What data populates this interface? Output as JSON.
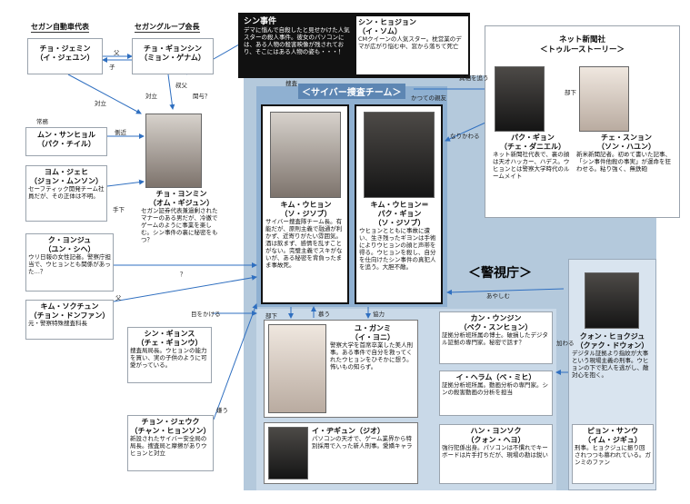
{
  "colors": {
    "police_region": "#a9c2d9",
    "cyber_region": "#8fb0d1",
    "inner_region": "#c9d9e8",
    "arrow": "#2f6fc0"
  },
  "top_left": {
    "title_left": "セガン自動車代表",
    "title_right": "セガングループ会長",
    "cho_jemin": "チョ・ジェミン\n（イ・ジェユン）",
    "cho_gison": "チョ・ギョンシン\n（ミョン・ゲナム）"
  },
  "shin_case": {
    "title": "シン事件",
    "text": "デマに惱んで自殺したと見せかけた人気スターの殺人事件。彼女のパソコンには、ある人物の殺害映像が残されており、そこにはある人物の姿も・・・！"
  },
  "shin_hyojon": {
    "name": "シン・ヒョジョン\n（イ・ソム）",
    "text": "CMクイーンの人気スター。枕営業のデマが広がり悩む中、窓から落ちて死亡"
  },
  "net_news": {
    "title": "ネット新聞社\n＜トゥルーストーリー＞",
    "park": "パク・ギョン\n（チェ・ダニエル）",
    "park_text": "ネット新聞社代表で、裏の顔は天才ハッカー、ハデス。ウヒョンとは警察大学時代のルームメイト",
    "choi": "チェ・スンョン\n（ソン・ハユン）",
    "choi_text": "新米新聞記者。初めて書いた記事、「シン事件他殺の事実」が運命を狂わせる。粘り強く、無鉄砲"
  },
  "left_col": {
    "mun": "ムン・サンヒョル\n（パク・チイル）",
    "mun_tag": "常務",
    "yom": "ヨム・ジェヒ\n（ジョン・ムンソン）",
    "yom_text": "セーフティック開発チーム社員だが、その正体は不明。",
    "ku": "ク・ヨンジュ\n（ユン・シヘ）",
    "ku_text": "ウリ日報の女性記者。警察庁担当で、ウヒョンとも関係があった…？",
    "kim_sok": "キム・ソクチュン\n（チョン・ドンファン）",
    "kim_sok_text": "元・警察特殊捜査科長",
    "cho_yonmin": "チョ・ヨンミン\n（オム・ギジュン）",
    "cho_yonmin_text": "セガン証券代表兼過剰されたマナーのある男だが、冷徹でゲームのように事業を楽しむ。シン事件の裏に秘密をもつ？",
    "shin_gyoson": "シン・ギョンス\n（チェ・ギョンウ）",
    "shin_gyoson_text": "捜査局局長。ウヒョンの能力を買い、実の子供のように可愛がっている。",
    "chon_jeuk": "チョン・ジェウク\n（チャン・ヒョンソン）",
    "chon_jeuk_text": "新設されたサイバー安全局の局長。捜査局と摩擦がありウヒョンと対立"
  },
  "cyber_team": {
    "title": "＜サイバー捜査チーム＞",
    "kim_name": "キム・ウヒョン\n（ソ・ジソブ）",
    "kim_text": "サイバー捜査隊チーム長。有能だが、原則主義で融通が利かず、近寄りがたい雰囲気。酒は飲まず、感情を乱すことがない。完璧主義でスキがないが、ある秘密を背負ったまま事故死。",
    "kim2_name": "キム・ウヒョン＝\nパク・ギョン\n（ソ・ジソブ）",
    "kim2_text": "ウヒョンとともに事故に遭い、生き残ったギヨンは手術によりウヒョンの顔と声帯を得る。ウヒョンを殺し、自分を仕向けたシン事件の真犯人を追う。大胆不敵。"
  },
  "police": {
    "title": "＜警視庁＞",
    "yu": "ユ・ガンミ\n（イ・ヨニ）",
    "yu_text": "警察大学を首席卒業した美人刑事。ある事件で自分を救ってくれたウヒョンをひそかに想う。怖いもの知らず。",
    "ijegon": "イ・ヂギュン（ジオ）",
    "ijegon_text": "パソコンの天才で、ゲーム業界から特別採用で入った新人刑事。愛嬌キャラ",
    "kan": "カン・ウンジン\n（ペク・スンヒョン）",
    "kan_text": "証拠分析班所属の博士。破損したデジタル証拠の専門家。秘密で話す？",
    "ihe": "イ・ヘラム（ペ・ミヒ）",
    "ihe_text": "証拠分析班所属。動画分析の専門家。シンの殺害動画の分析を担当",
    "han": "ハン・ヨンソク\n（クォン・ヘヨ）",
    "han_text": "強行犯係出身。パソコンは不慣れでキーボードは片手打ちだが、現場の勘は鋭い",
    "kwon": "クォン・ヒョクジュ\n（クァク・ドウォン）",
    "kwon_text": "デジタル証拠より指紋が大事という現場主義の刑事。ウヒョンの下で犯人を逃がし、敵対心を抱く。",
    "pyon": "ピョン・サンウ\n（イム・ジギュ）",
    "pyon_text": "刑事。ヒョクジュに振り回されつつも慕われている。ガンミのファン"
  },
  "relations": {
    "father": "父",
    "child": "子",
    "uncle": "叔父",
    "oppose": "対立",
    "oppose2": "対立",
    "involve": "関与？",
    "assistant": "側近",
    "subordinate": "手下",
    "question": "？",
    "father2": "父",
    "investigate": "捜査",
    "former": "かつての親友",
    "truth": "真相を追う",
    "subordinate2": "部下",
    "becomes": "なりかわる",
    "subordinate3": "部下",
    "admire": "慕う",
    "cooperate": "協力",
    "suspect": "あやしむ",
    "watch": "目をかける",
    "hate": "嫌う",
    "join": "加わる"
  }
}
